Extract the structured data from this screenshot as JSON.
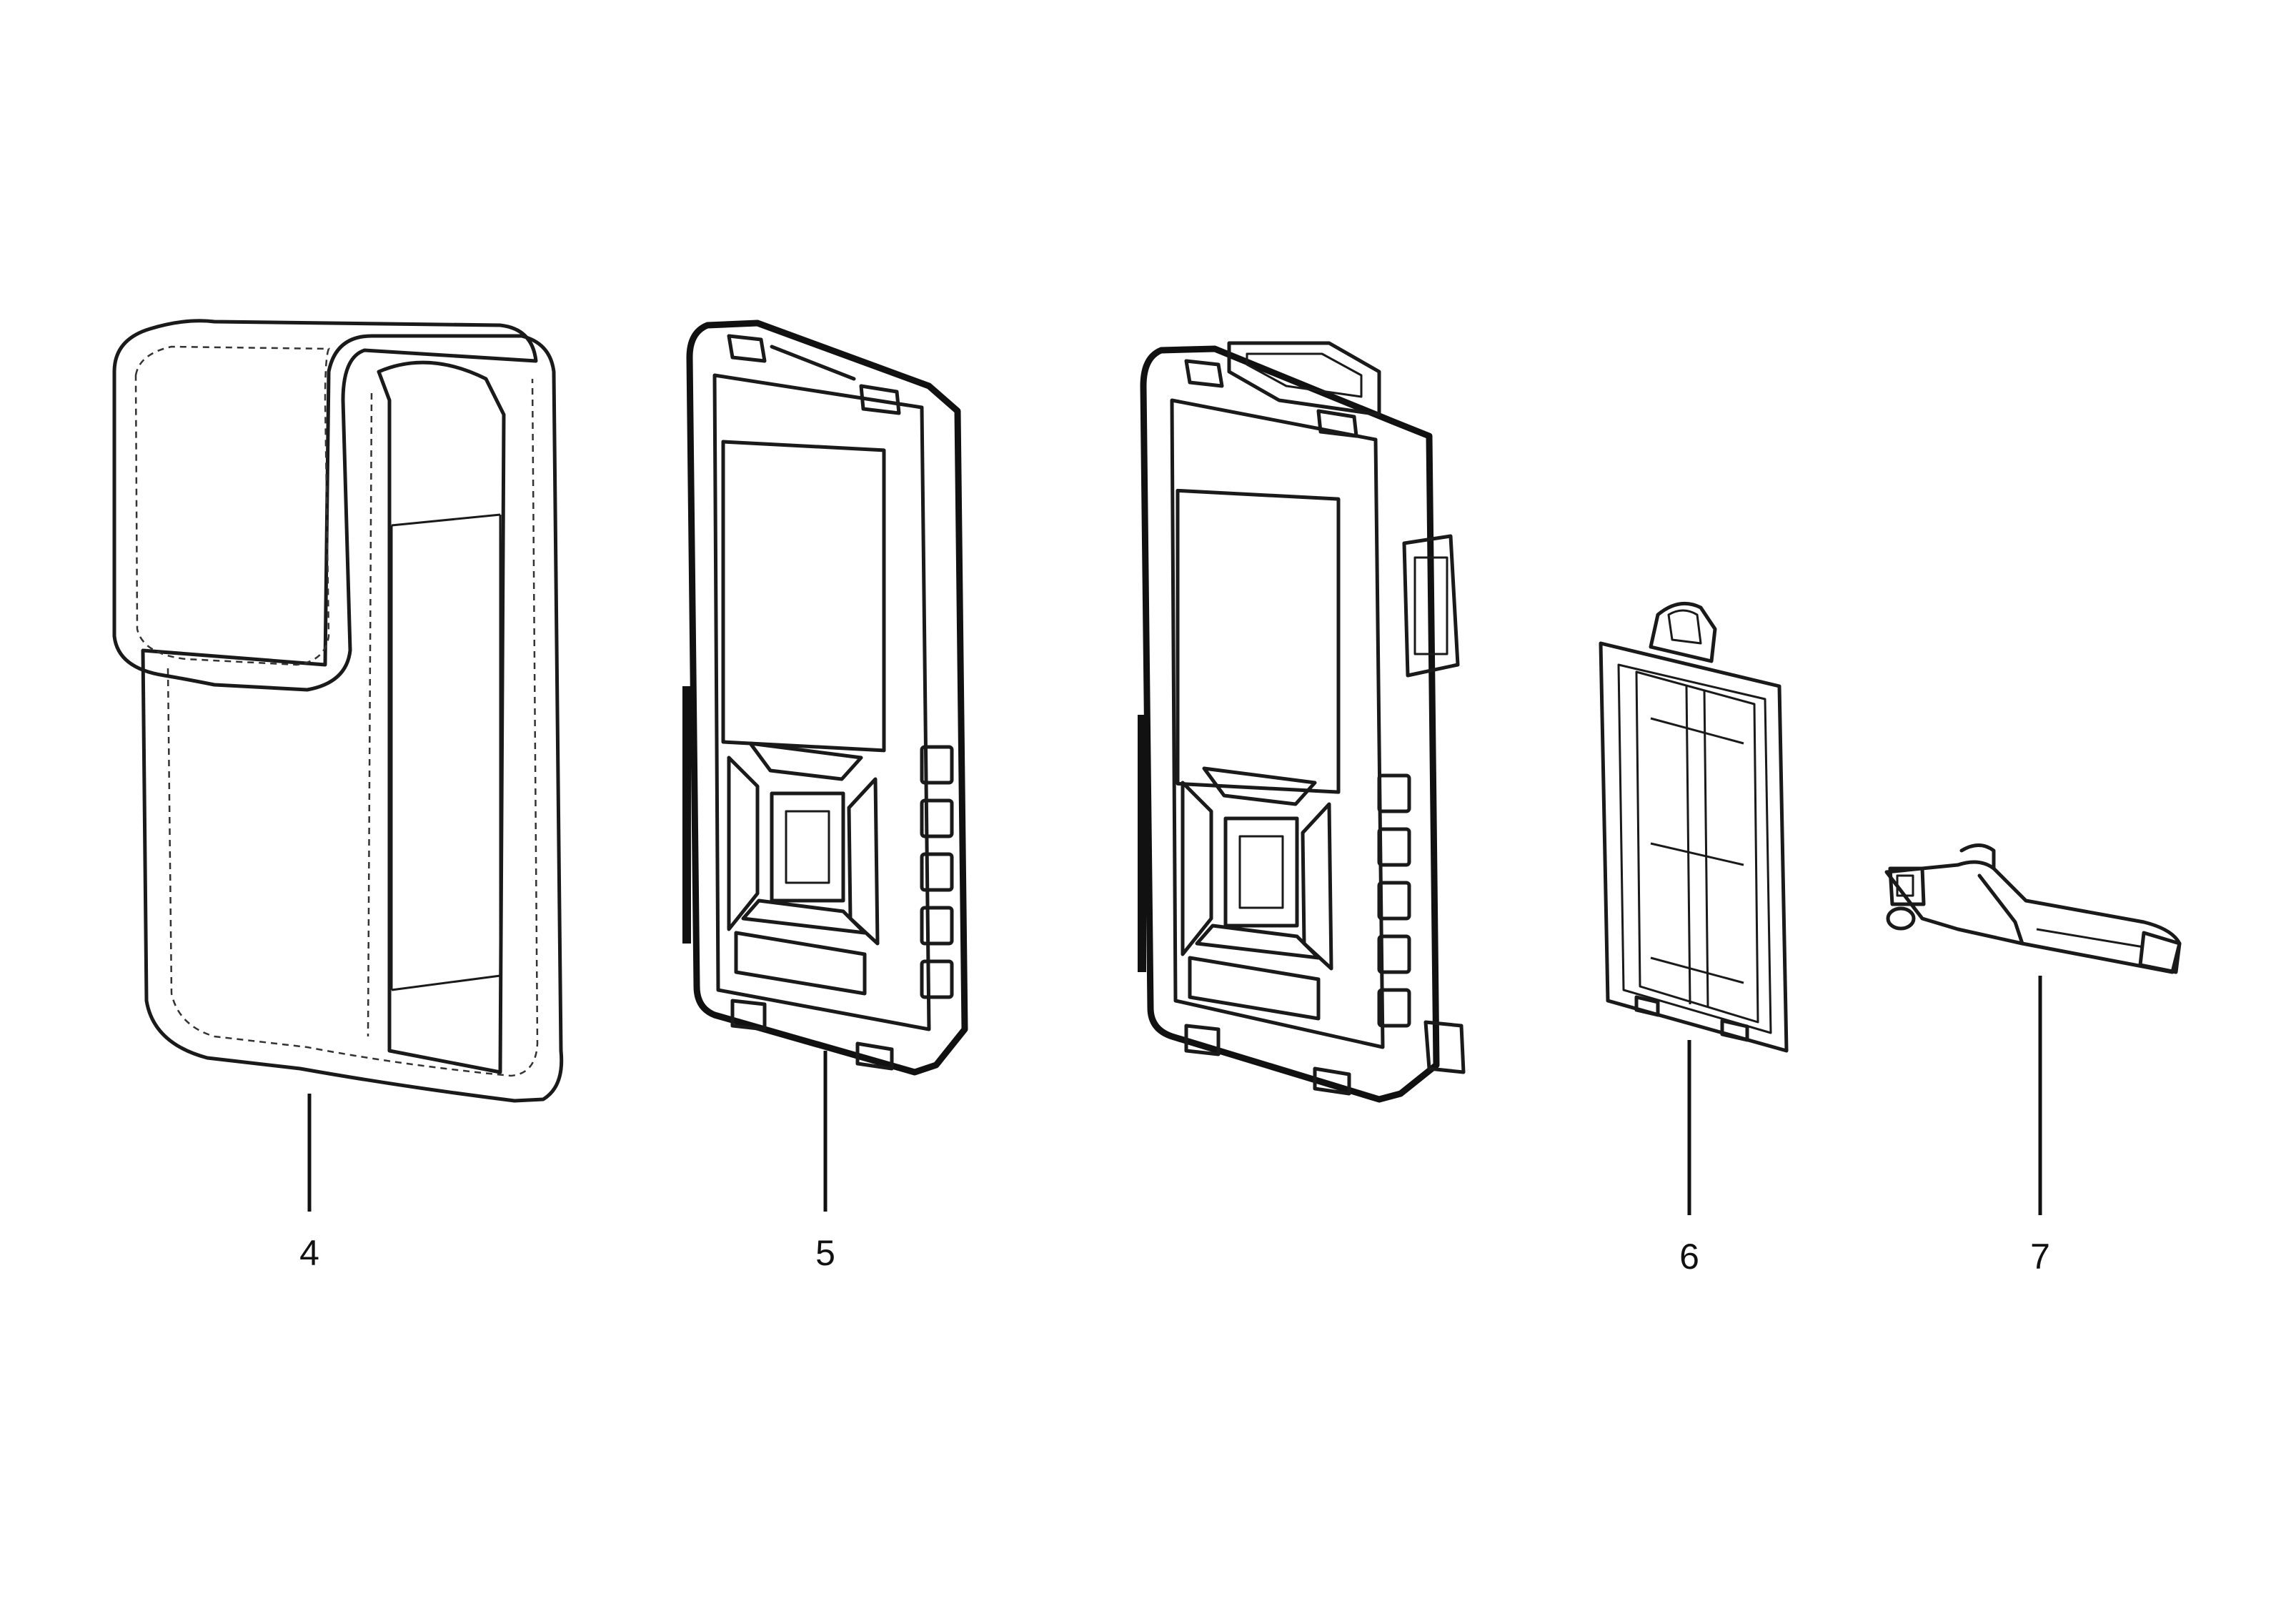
{
  "figure": {
    "callouts": [
      {
        "id": "item-4",
        "label": "4"
      },
      {
        "id": "item-5",
        "label": "5"
      },
      {
        "id": "item-6",
        "label": "6"
      },
      {
        "id": "item-7",
        "label": "7"
      }
    ]
  }
}
